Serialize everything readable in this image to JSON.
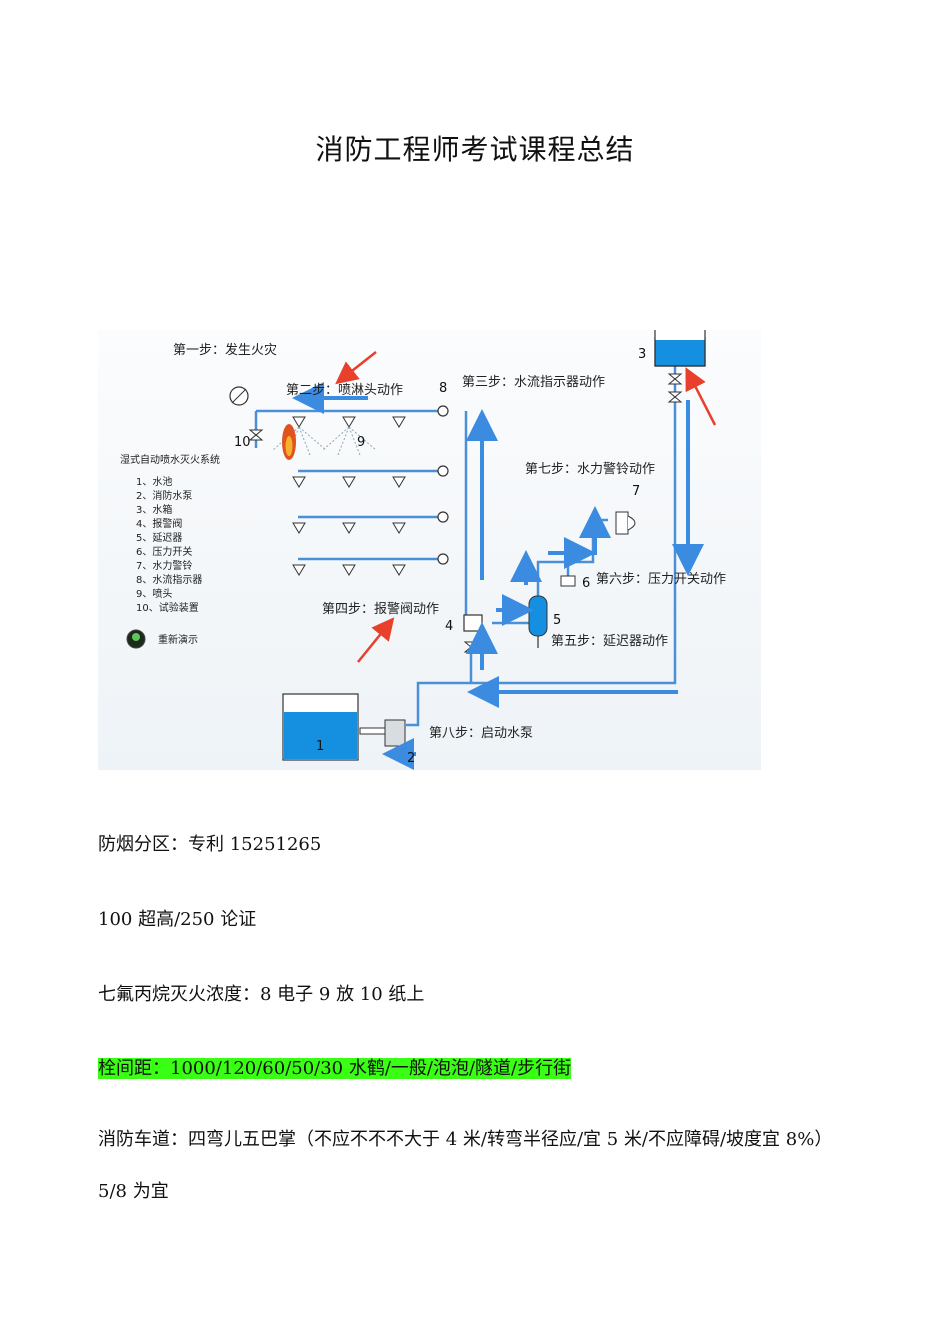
{
  "doc": {
    "title": "消防工程师考试课程总结"
  },
  "diagram": {
    "steps": [
      "第一步：发生火灾",
      "第二步：喷淋头动作",
      "第三步：水流指示器动作",
      "第四步：报警阀动作",
      "第五步：延迟器动作",
      "第六步：压力开关动作",
      "第七步：水力警铃动作",
      "第八步：启动水泵"
    ],
    "legend_title": "湿式自动喷水灭火系统",
    "legend_items": [
      "1、水池",
      "2、消防水泵",
      "3、水箱",
      "4、报警阀",
      "5、延迟器",
      "6、压力开关",
      "7、水力警铃",
      "8、水流指示器",
      "9、喷头",
      "10、试验装置"
    ],
    "replay_label": "重新演示",
    "numbers": [
      "1",
      "2",
      "3",
      "4",
      "5",
      "6",
      "7",
      "8",
      "9",
      "10"
    ],
    "colors": {
      "pipe": "#4a8fd8",
      "arrow_blue": "#3b8be0",
      "arrow_red": "#e8402a",
      "water": "#1590e0"
    }
  },
  "paragraphs": {
    "p1": "防烟分区：专利 15251265",
    "p2": "100 超高/250 论证",
    "p3": "七氟丙烷灭火浓度：8 电子 9 放 10 纸上",
    "p4": "栓间距：1000/120/60/50/30 水鹤/一般/泡泡/隧道/步行街",
    "p5": "消防车道：四弯儿五巴掌（不应不不不大于 4 米/转弯半径应/宜 5 米/不应障碍/坡度宜 8%）5/8 为宜"
  }
}
